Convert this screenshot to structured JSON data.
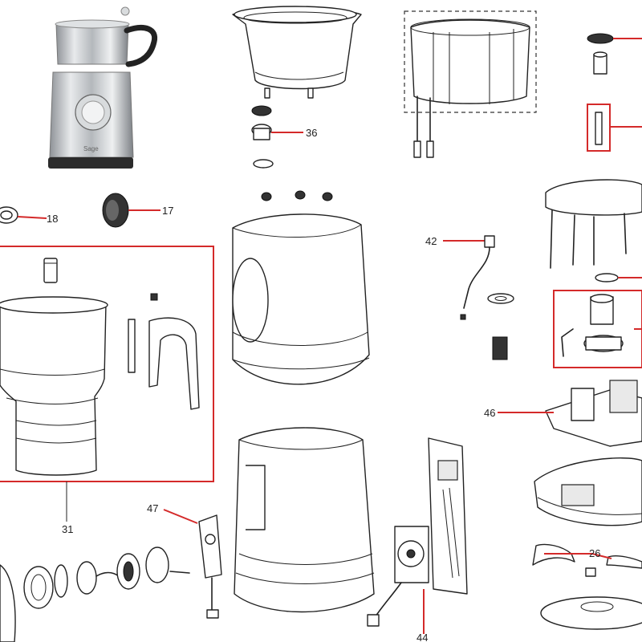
{
  "product_photo": {
    "brand": "Sage"
  },
  "callouts": {
    "c17": "17",
    "c18": "18",
    "c26": "26",
    "c31": "31",
    "c36": "36",
    "c42": "42",
    "c44": "44",
    "c46": "46",
    "c47": "47"
  },
  "colors": {
    "callout_line": "#d42a2a",
    "outline": "#222222"
  }
}
